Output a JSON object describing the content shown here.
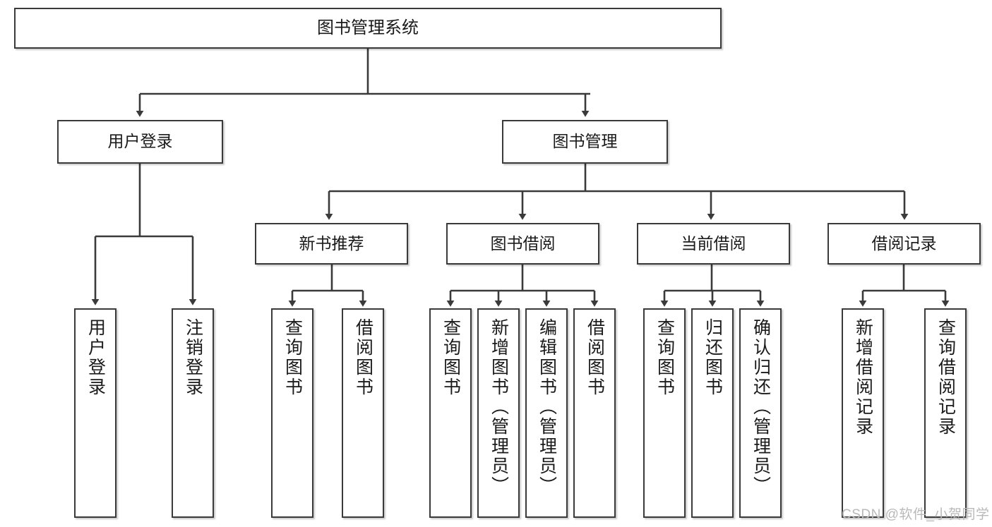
{
  "diagram": {
    "title": "图书管理系统",
    "type": "tree-hierarchy",
    "colors": {
      "box_border": "#3a3a3a",
      "box_fill": "#ffffff",
      "edge": "#3a3a3a",
      "text": "#1a1a1a",
      "watermark": "#b9b9b9",
      "background": "#ffffff"
    }
  },
  "watermark": {
    "text": "CSDN @软件_小贺同学"
  },
  "nodes": {
    "root": {
      "label": "图书管理系统"
    },
    "level2": [
      {
        "id": "user-login",
        "label": "用户登录"
      },
      {
        "id": "book-manage",
        "label": "图书管理"
      }
    ],
    "level3": [
      {
        "id": "new-book-recommend",
        "label": "新书推荐"
      },
      {
        "id": "book-borrow",
        "label": "图书借阅"
      },
      {
        "id": "current-borrow",
        "label": "当前借阅"
      },
      {
        "id": "borrow-record",
        "label": "借阅记录"
      }
    ],
    "leaves": {
      "user_login": [
        {
          "id": "leaf-user-login",
          "label": "用户登录"
        },
        {
          "id": "leaf-logout-login",
          "label": "注销登录"
        }
      ],
      "new_book_recommend": [
        {
          "id": "leaf-query-book-1",
          "label": "查询图书"
        },
        {
          "id": "leaf-borrow-book-1",
          "label": "借阅图书"
        }
      ],
      "book_borrow": [
        {
          "id": "leaf-query-book-2",
          "label": "查询图书"
        },
        {
          "id": "leaf-add-book-admin",
          "label": "新增图书（管理员）"
        },
        {
          "id": "leaf-edit-book-admin",
          "label": "编辑图书（管理员）"
        },
        {
          "id": "leaf-borrow-book-2",
          "label": "借阅图书"
        }
      ],
      "current_borrow": [
        {
          "id": "leaf-query-book-3",
          "label": "查询图书"
        },
        {
          "id": "leaf-return-book",
          "label": "归还图书"
        },
        {
          "id": "leaf-confirm-return-admin",
          "label": "确认归还（管理员）"
        }
      ],
      "borrow_record": [
        {
          "id": "leaf-add-borrow-record",
          "label": "新增借阅记录"
        },
        {
          "id": "leaf-query-borrow-record",
          "label": "查询借阅记录"
        }
      ]
    }
  }
}
